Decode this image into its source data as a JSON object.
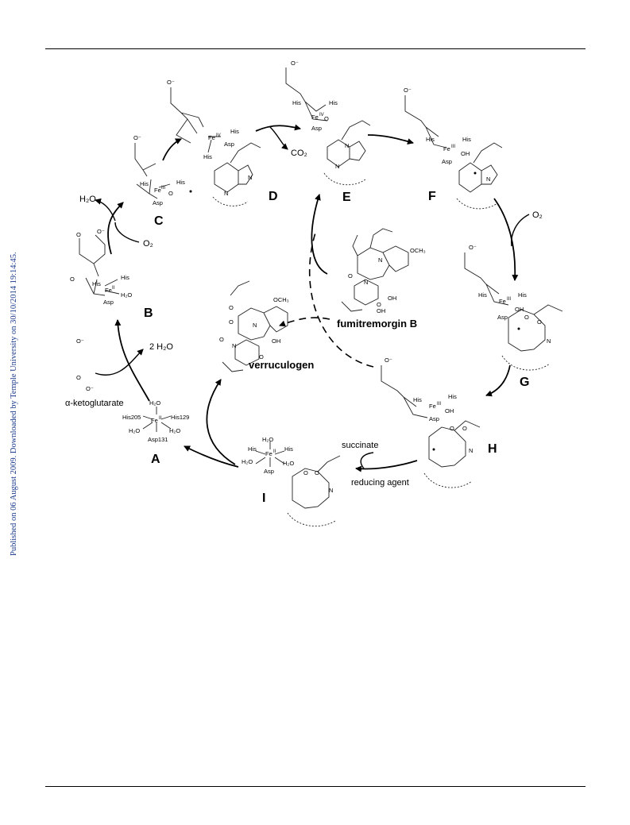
{
  "sidebar_notice": "Published on 06 August 2009. Downloaded by Temple University on 30/10/2014 19:14:45.",
  "labels": {
    "A": "A",
    "B": "B",
    "C": "C",
    "D": "D",
    "E": "E",
    "F": "F",
    "G": "G",
    "H": "H",
    "I": "I"
  },
  "compounds": {
    "fumitremorgin": "fumitremorgin B",
    "verruculogen": "verruculogen"
  },
  "reagents": {
    "h2o": "H₂O",
    "two_h2o": "2 H₂O",
    "o2_bc": "O₂",
    "o2_fg": "O₂",
    "co2": "CO₂",
    "alpha_kg": "α-ketoglutarate",
    "succinate": "succinate",
    "reducing_agent": "reducing agent"
  },
  "atoms": {
    "his": "His",
    "asp": "Asp",
    "fe": "Fe",
    "h2o": "H₂O",
    "oh": "OH",
    "o": "O",
    "n": "N",
    "och3": "OCH₃",
    "ii": "II",
    "iii": "III",
    "iv": "IV",
    "his205": "His205",
    "his129": "His129",
    "asp131": "Asp131",
    "carboxylate": "O⁻"
  }
}
